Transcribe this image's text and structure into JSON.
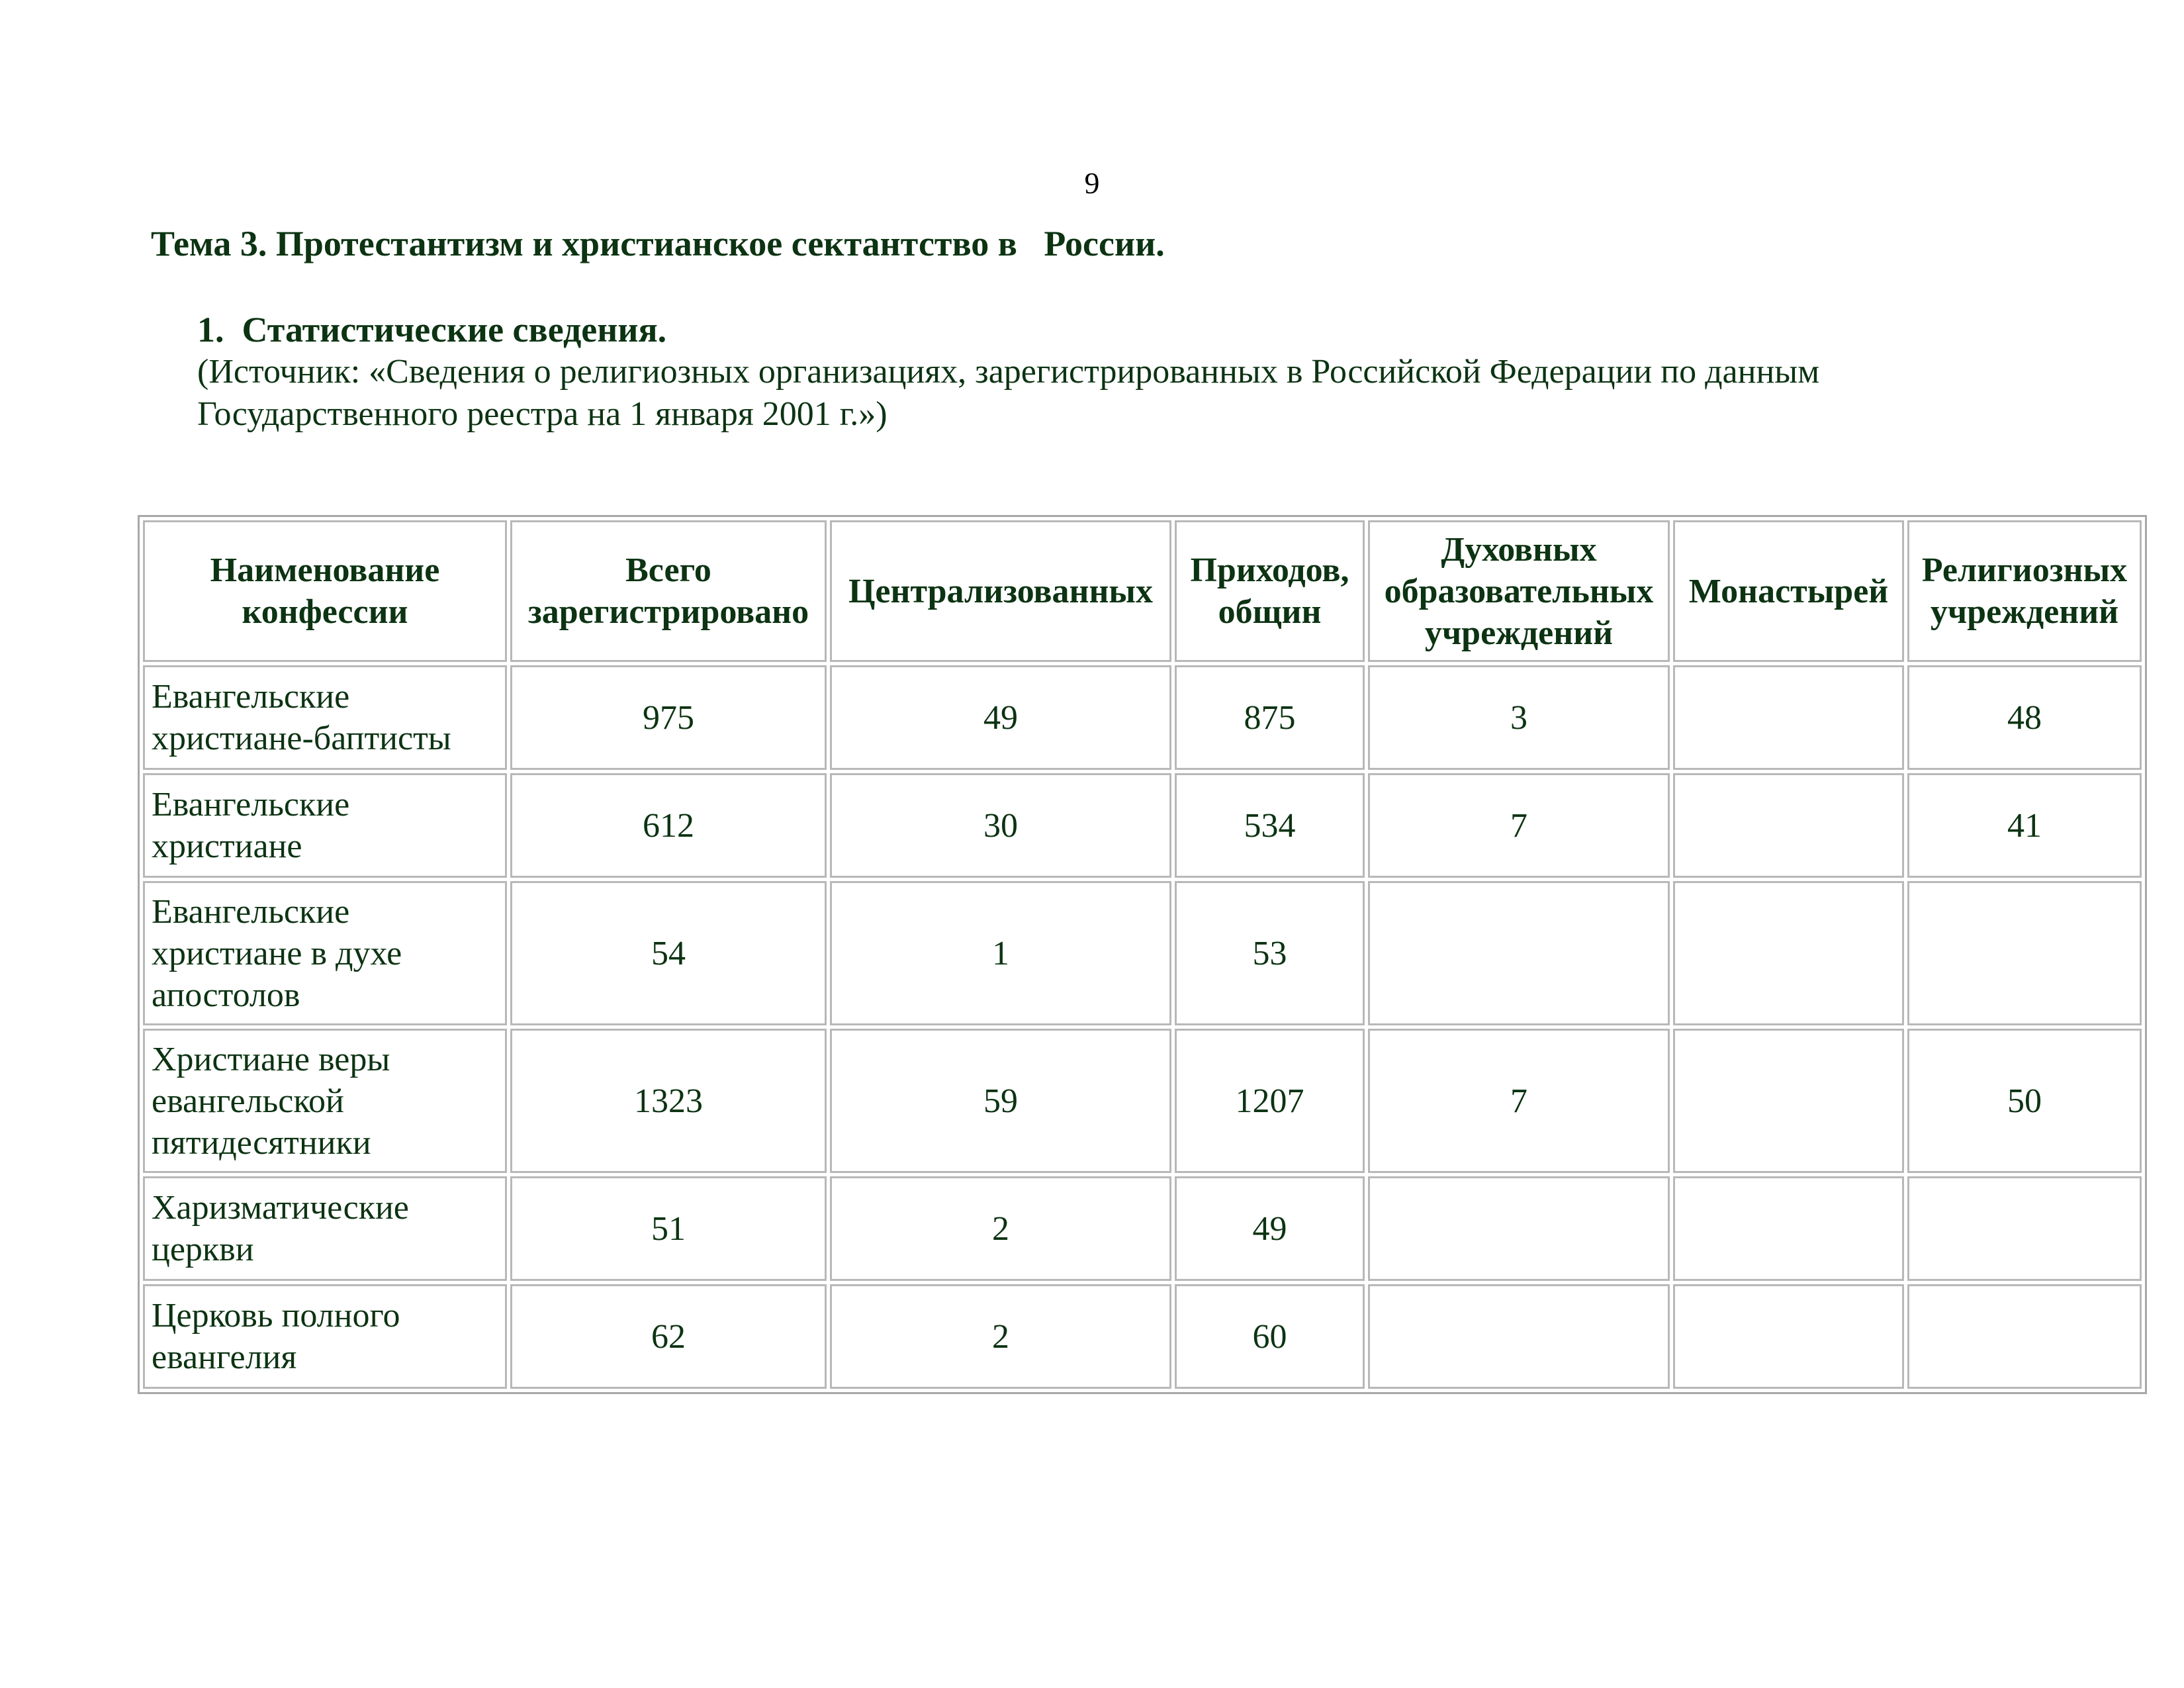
{
  "page_number": "9",
  "topic_title": "Тема 3. Протестантизм и христианское сектантство в   России.",
  "section_title": "1.  Статистические сведения.",
  "source_note": "(Источник: «Сведения о религиозных организациях, зарегистрированных в Российской Федерации по данным Государственного реестра на 1 января 2001 г.»)",
  "table": {
    "headers": [
      "Наименование конфессии",
      "Всего зарегистрировано",
      "Централизованных",
      "Приходов, общин",
      "Духовных образовательных учреждений",
      "Монастырей",
      "Религиозных учреждений"
    ],
    "rows": [
      [
        "Евангельские христиане-баптисты",
        "975",
        "49",
        "875",
        "3",
        "",
        "48"
      ],
      [
        "Евангельские христиане",
        "612",
        "30",
        "534",
        "7",
        "",
        "41"
      ],
      [
        "Евангельские христиане в духе апостолов",
        "54",
        "1",
        "53",
        "",
        "",
        ""
      ],
      [
        "Христиане веры евангельской пятидесятники",
        "1323",
        "59",
        "1207",
        "7",
        "",
        "50"
      ],
      [
        "Харизматические церкви",
        "51",
        "2",
        "49",
        "",
        "",
        ""
      ],
      [
        "Церковь полного евангелия",
        "62",
        "2",
        "60",
        "",
        "",
        ""
      ]
    ]
  }
}
